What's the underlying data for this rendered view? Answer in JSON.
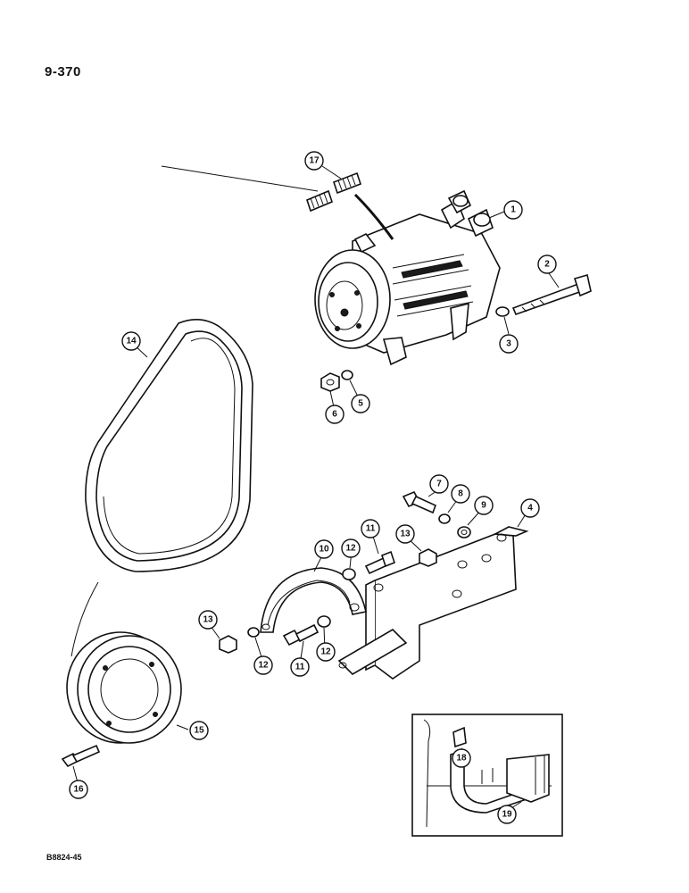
{
  "page_number": "9-370",
  "figure_code": "B8824-45",
  "callouts": [
    "1",
    "2",
    "3",
    "4",
    "5",
    "6",
    "7",
    "8",
    "9",
    "10",
    "11",
    "12",
    "13",
    "14",
    "15",
    "16",
    "17",
    "18",
    "19"
  ]
}
